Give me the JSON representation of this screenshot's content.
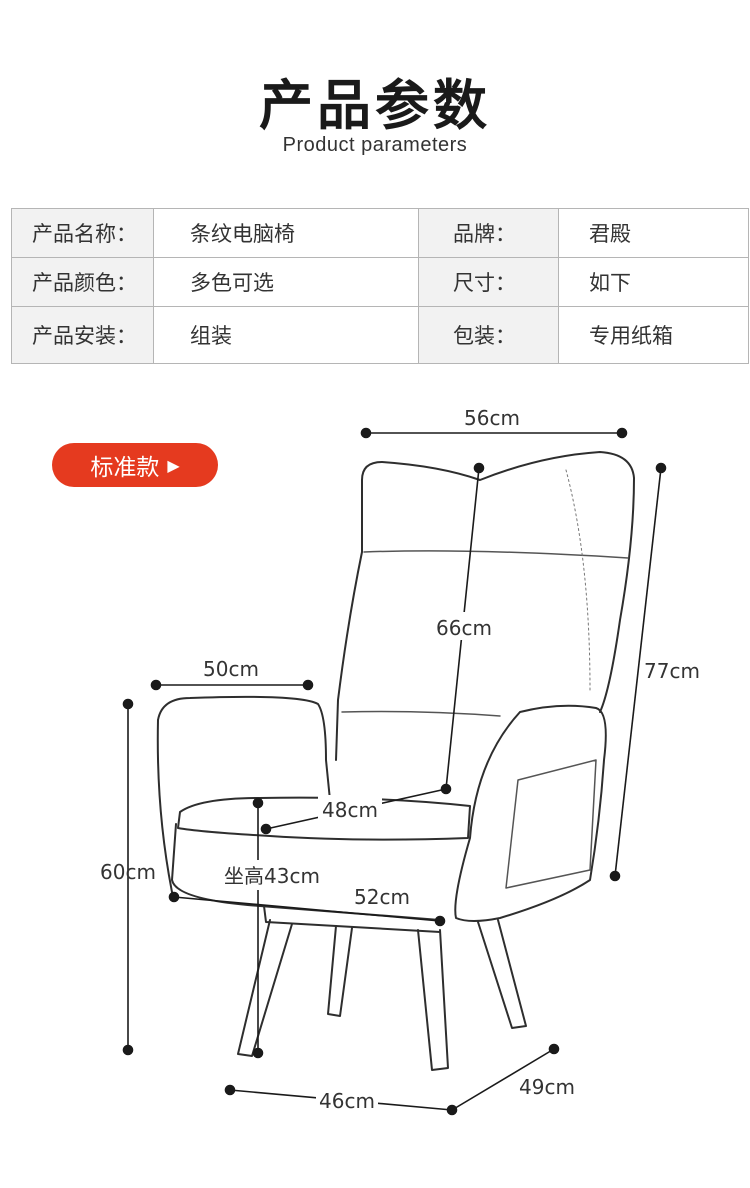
{
  "header": {
    "title": "产品参数",
    "subtitle": "Product parameters"
  },
  "params": {
    "rows": [
      {
        "k1": "产品名称：",
        "v1": "条纹电脑椅",
        "k2": "品牌：",
        "v2": "君殿"
      },
      {
        "k1": "产品颜色：",
        "v1": "多色可选",
        "k2": "尺寸：",
        "v2": "如下"
      },
      {
        "k1": "产品安装：",
        "v1": "组装",
        "k2": "包装：",
        "v2": "专用纸箱"
      }
    ]
  },
  "badge": {
    "label": "标准款",
    "icon": "play-triangle-icon",
    "color": "#e53a1f"
  },
  "dimensions": {
    "width_total": "56cm",
    "back_height": "66cm",
    "total_height": "77cm",
    "arm_length": "50cm",
    "arm_height": "60cm",
    "seat_depth": "48cm",
    "seat_height": "坐高43cm",
    "seat_width": "52cm",
    "base_width": "46cm",
    "base_depth": "49cm"
  }
}
